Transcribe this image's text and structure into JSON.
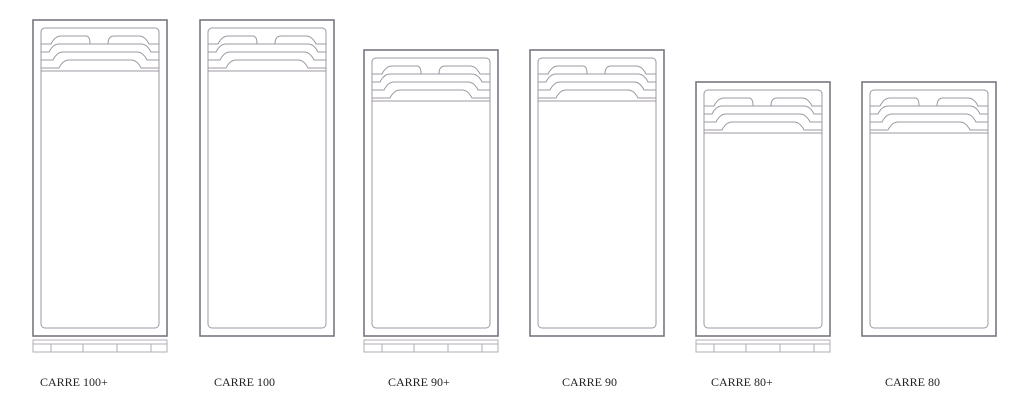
{
  "models": [
    {
      "label": "CARRE 100+",
      "has_base": true
    },
    {
      "label": "CARRE 100",
      "has_base": false
    },
    {
      "label": "CARRE 90+",
      "has_base": true
    },
    {
      "label": "CARRE 90",
      "has_base": false
    },
    {
      "label": "CARRE 80+",
      "has_base": true
    },
    {
      "label": "CARRE 80",
      "has_base": false
    }
  ],
  "colors": {
    "outer_frame": "#7a7680",
    "inner_line": "#9c98a2",
    "base_line": "#b0acb4"
  }
}
